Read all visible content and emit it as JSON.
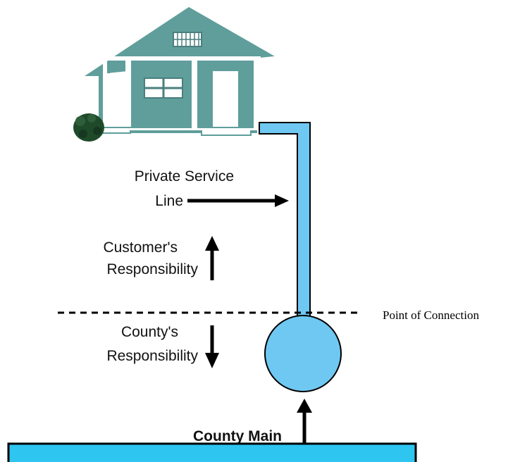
{
  "labels": {
    "private_service_line_1": "Private Service",
    "private_service_line_2": "Line",
    "customer_resp_1": "Customer's",
    "customer_resp_2": "Responsibility",
    "county_resp_1": "County's",
    "county_resp_2": "Responsibility",
    "point_of_connection": "Point of Connection",
    "county_main": "County Main"
  },
  "colors": {
    "house": "#5f9e9b",
    "house_dark": "#4a8582",
    "trim": "#ffffff",
    "window_frame": "#4a7f7d",
    "water": "#6fc8f2",
    "main_water": "#2ec5f0",
    "outline": "#000000",
    "bush": "#1f4a2a"
  }
}
